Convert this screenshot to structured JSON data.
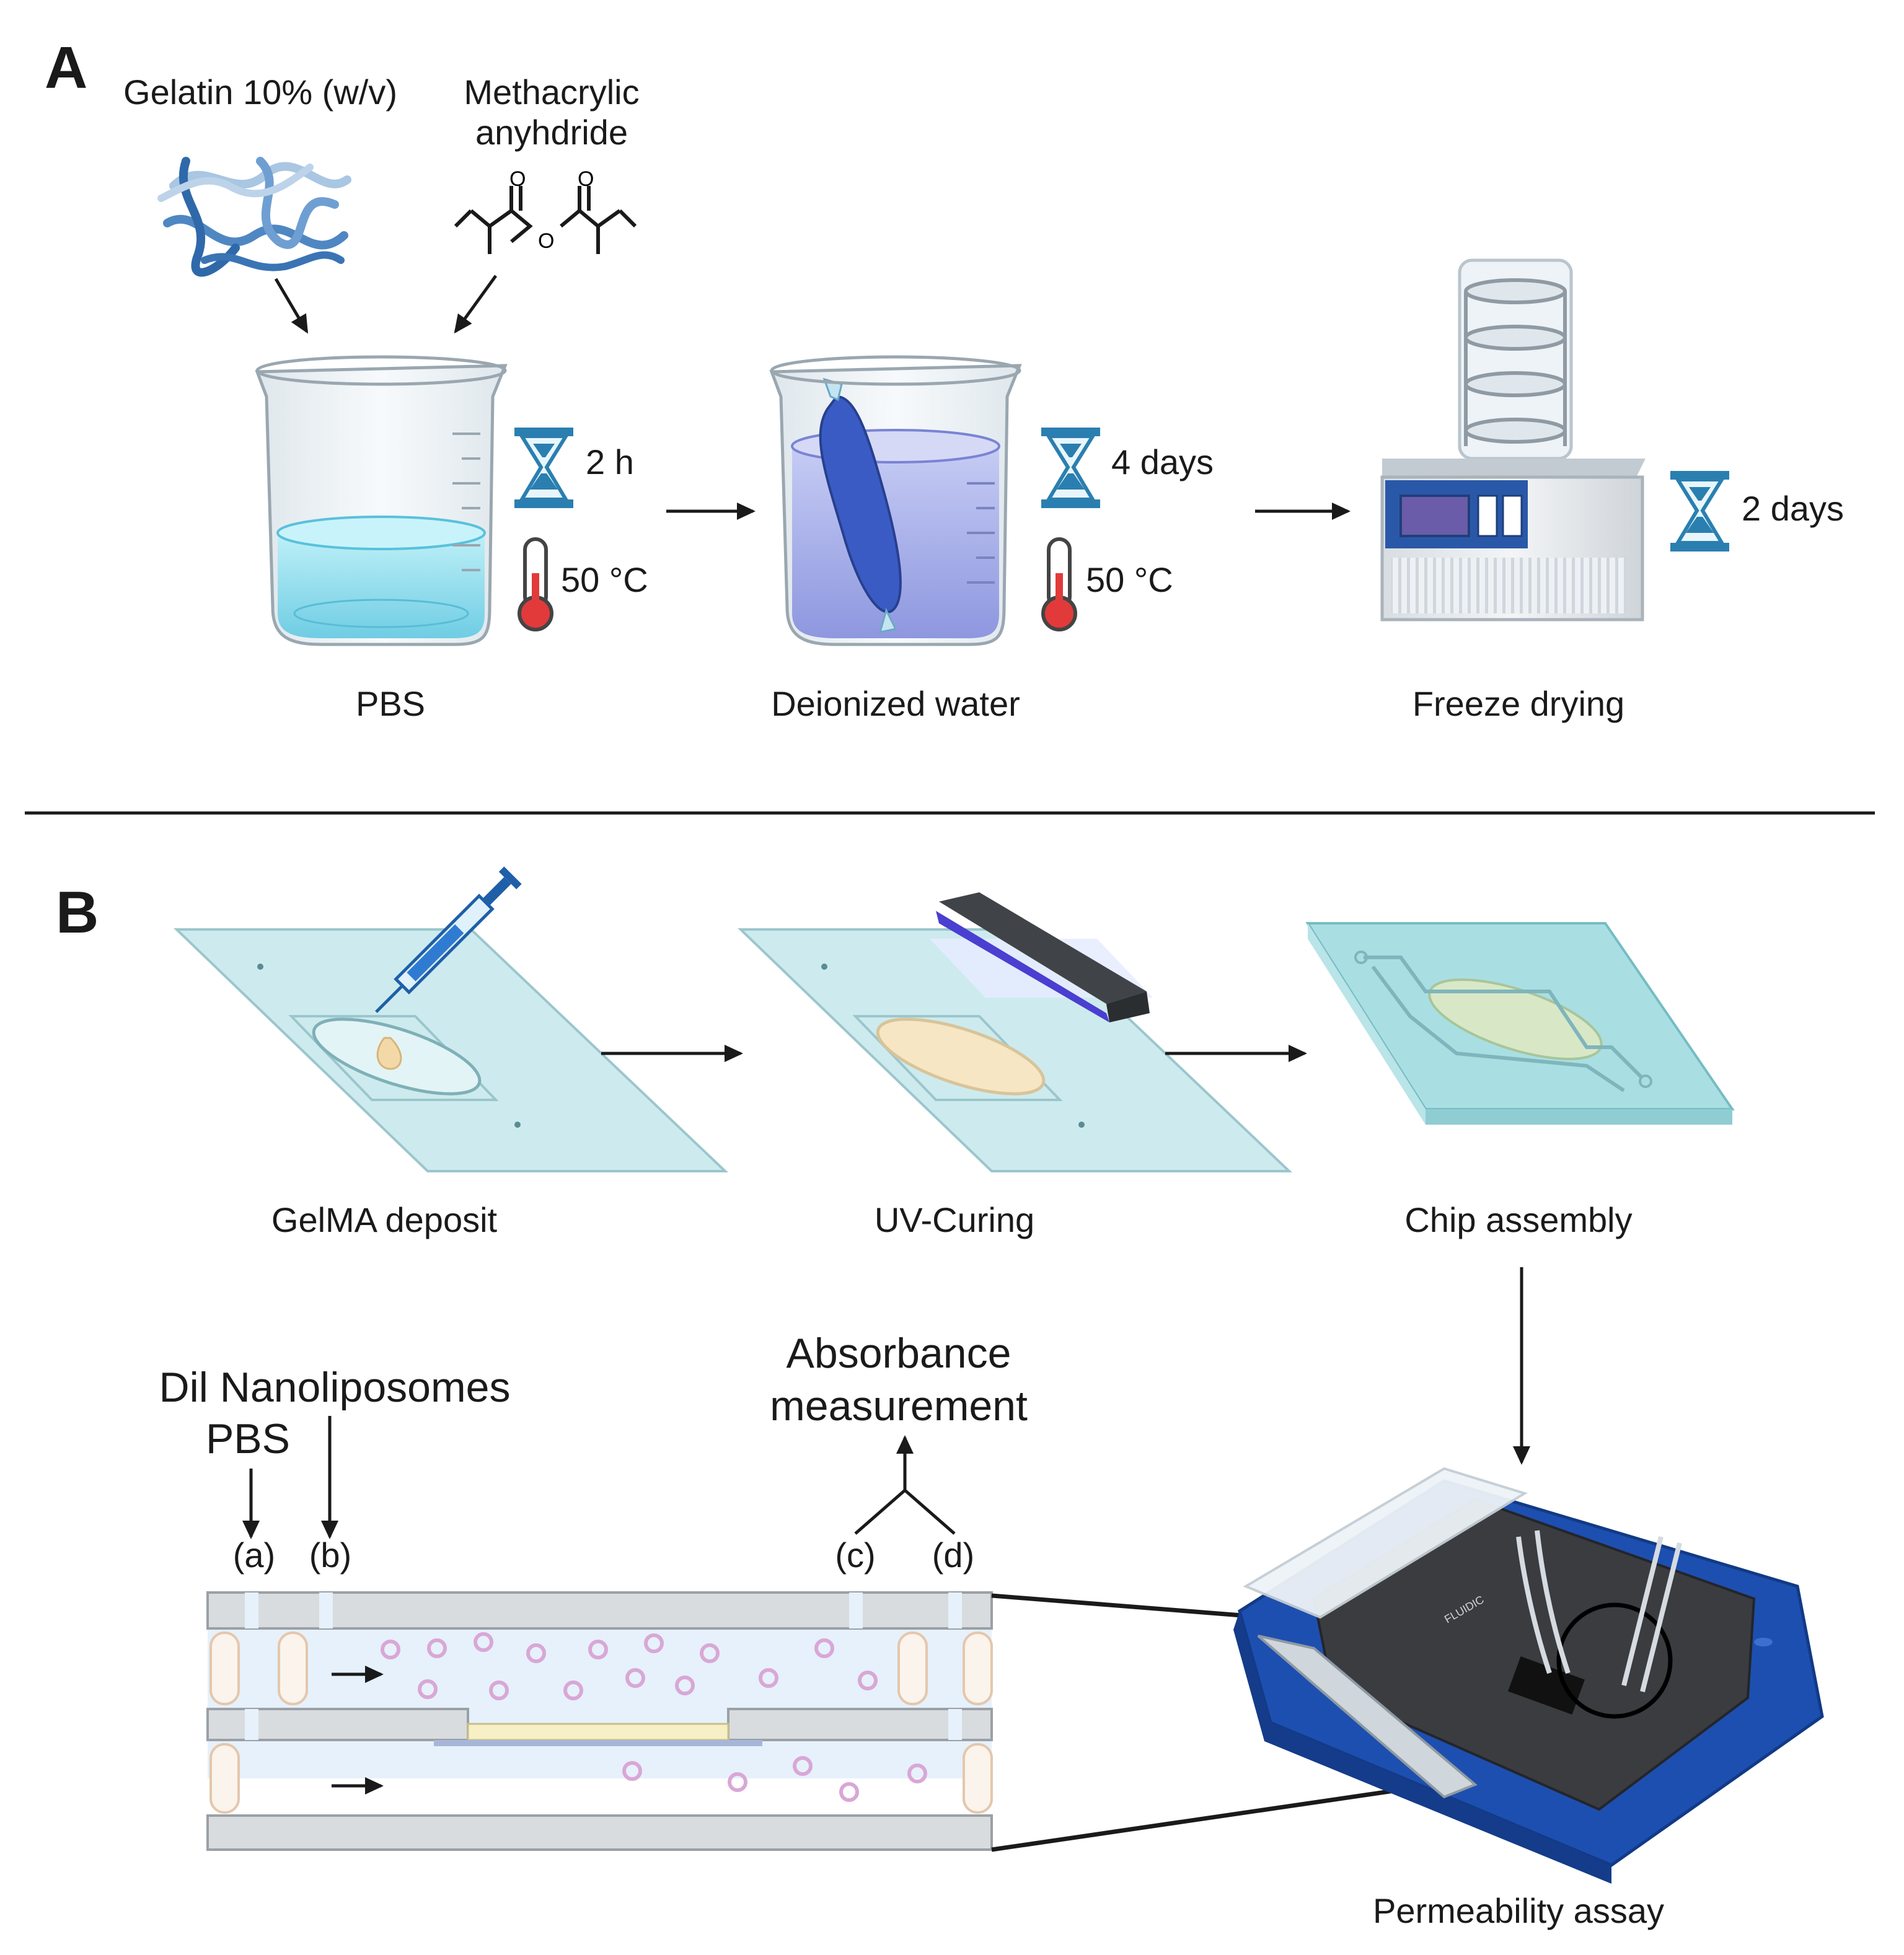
{
  "panel_a": {
    "letter": "A",
    "reagents": {
      "gelatin": "Gelatin 10% (w/v)",
      "methacrylic_line1": "Methacrylic",
      "methacrylic_line2": "anyhdride"
    },
    "steps": [
      {
        "label": "PBS",
        "time": "2 h",
        "temp": "50 °C"
      },
      {
        "label": "Deionized water",
        "time": "4 days",
        "temp": "50 °C"
      },
      {
        "label": "Freeze drying",
        "time": "2 days"
      }
    ],
    "molecule_atoms": {
      "carbonyl_o": "O",
      "ether_o": "O"
    }
  },
  "panel_b": {
    "letter": "B",
    "steps": [
      {
        "label": "GelMA deposit"
      },
      {
        "label": "UV-Curing"
      },
      {
        "label": "Chip assembly"
      },
      {
        "label": "Permeability assay"
      }
    ],
    "inputs": {
      "line1": "Dil Nanoliposomes",
      "line2": "PBS"
    },
    "output": {
      "line1": "Absorbance",
      "line2": "measurement"
    },
    "ports": [
      "(a)",
      "(b)",
      "(c)",
      "(d)"
    ],
    "chip_brand": "FLUIDIC"
  },
  "colors": {
    "blue_dark": "#1f5fa8",
    "blue_liquid": "#8fd8ea",
    "purple_liquid": "#8f9ae0",
    "gel_yellow": "#f6e6c4",
    "holder_blue": "#1d4fb0",
    "liposome": "#d9a7d6"
  }
}
